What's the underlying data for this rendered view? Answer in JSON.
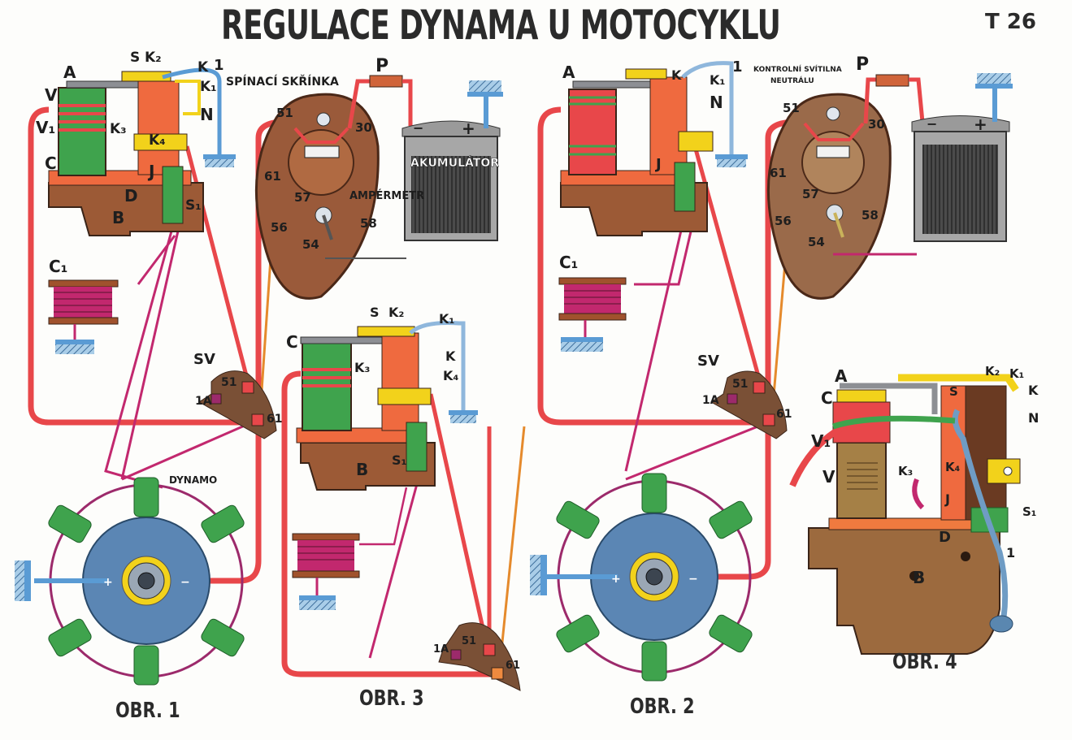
{
  "header": {
    "title": "REGULACE DYNAMA U MOTOCYKLU",
    "code": "T 26"
  },
  "figures": {
    "obr1": "OBR. 1",
    "obr2": "OBR. 2",
    "obr3": "OBR. 3",
    "obr4": "OBR. 4"
  },
  "labels": {
    "A": "A",
    "V": "V",
    "V1": "V₁",
    "C": "C",
    "C1": "C₁",
    "D": "D",
    "J": "J",
    "B": "B",
    "S": "S",
    "S1": "S₁",
    "K": "K",
    "K1": "K₁",
    "K2": "K₂",
    "K3": "K₃",
    "K4": "K₄",
    "N": "N",
    "one": "1",
    "P": "P",
    "SV": "SV",
    "oneA": "1A",
    "t51": "51",
    "t30": "30",
    "t61": "61",
    "t57": "57",
    "t56": "56",
    "t58": "58",
    "t54": "54",
    "switchbox": "SPÍNACÍ SKŘÍNKA",
    "ammeter": "AMPÉRMETR",
    "battery": "AKUMULÁTOR",
    "dynamo": "DYNAMO",
    "neutral_lamp_1": "KONTROLNÍ SVÍTILNA",
    "neutral_lamp_2": "NEUTRÁLU",
    "plus": "+",
    "minus": "−"
  },
  "colors": {
    "wire_red": "#e8474a",
    "wire_magenta": "#c2286e",
    "copper": "#a0522d",
    "bakelite": "#8a5a3a",
    "coil_green": "#3fa34d",
    "ground_blue": "#5a9bd4",
    "yellow": "#f2d21b",
    "steel": "#8d8f94"
  }
}
